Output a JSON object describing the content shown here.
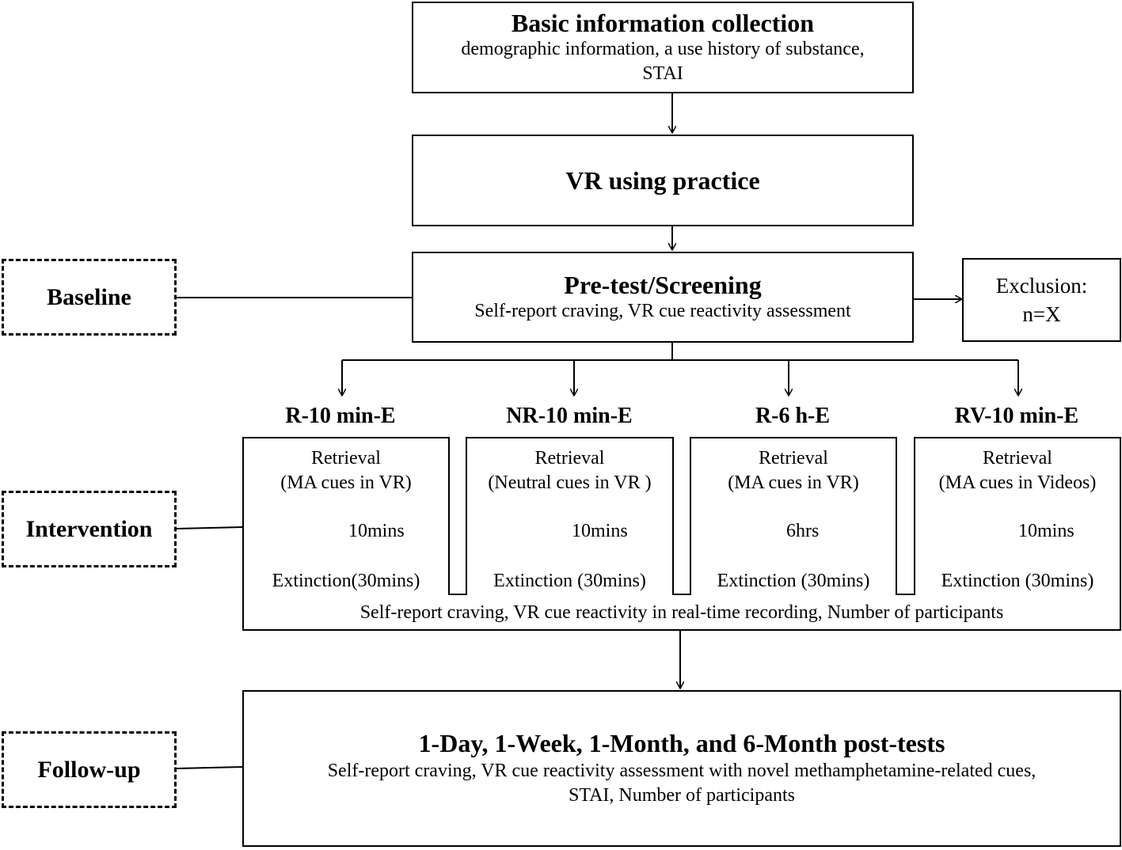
{
  "colors": {
    "stroke": "#000000",
    "background": "#ffffff"
  },
  "side_labels": {
    "baseline": "Baseline",
    "intervention": "Intervention",
    "followup": "Follow-up"
  },
  "basic_info": {
    "title": "Basic information collection",
    "line1": "demographic information, a use history of substance,",
    "line2": "STAI"
  },
  "vr_practice": {
    "title": "VR using practice"
  },
  "pretest": {
    "title": "Pre-test/Screening",
    "subtitle": "Self-report craving, VR cue reactivity assessment"
  },
  "exclusion": {
    "line1": "Exclusion:",
    "line2": "n=X"
  },
  "groups": [
    {
      "title": "R-10 min-E",
      "retrieval": "Retrieval",
      "cue": "(MA cues in VR)",
      "interval": "10mins",
      "extinction": "Extinction(30mins)"
    },
    {
      "title": "NR-10 min-E",
      "retrieval": "Retrieval",
      "cue": "(Neutral cues in VR )",
      "interval": "10mins",
      "extinction": "Extinction (30mins)"
    },
    {
      "title": "R-6 h-E",
      "retrieval": "Retrieval",
      "cue": "(MA cues in VR)",
      "interval": "6hrs",
      "extinction": "Extinction (30mins)"
    },
    {
      "title": "RV-10 min-E",
      "retrieval": "Retrieval",
      "cue": "(MA cues in Videos)",
      "interval": "10mins",
      "extinction": "Extinction (30mins)"
    }
  ],
  "intervention_footer": "Self-report craving, VR cue reactivity in real-time recording, Number of participants",
  "followup": {
    "title": "1-Day, 1-Week, 1-Month, and 6-Month post-tests",
    "line1": "Self-report craving, VR cue reactivity assessment with novel methamphetamine-related cues,",
    "line2": "STAI, Number of participants"
  }
}
